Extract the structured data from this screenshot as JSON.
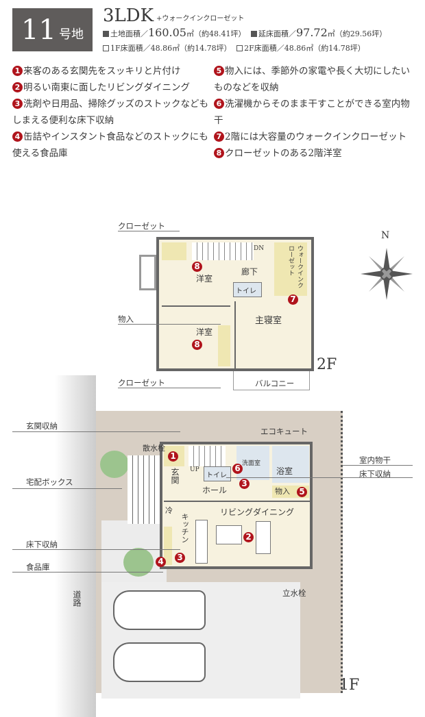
{
  "header": {
    "lot_number": "11",
    "lot_suffix": "号地",
    "plan_type": "3LDK",
    "plan_extra": "+ウォークインクローゼット",
    "land_area_label": "土地面積／",
    "land_area_value": "160.05",
    "land_area_unit": "㎡（約48.41坪）",
    "total_floor_label": "延床面積／",
    "total_floor_value": "97.72",
    "total_floor_unit": "㎡（約29.56坪）",
    "floor1": "1F床面積／48.86㎡（約14.78坪）",
    "floor2": "2F床面積／48.86㎡（約14.78坪）"
  },
  "features": [
    {
      "n": "1",
      "text": "来客のある玄関先をスッキリと片付け"
    },
    {
      "n": "2",
      "text": "明るい南東に面したリビングダイニング"
    },
    {
      "n": "3",
      "text": "洗剤や日用品、掃除グッズのストックなどもしまえる便利な床下収納"
    },
    {
      "n": "4",
      "text": "缶詰やインスタント食品などのストックにも使える食品庫"
    },
    {
      "n": "5",
      "text": "物入には、季節外の家電や長く大切にしたいものなどを収納"
    },
    {
      "n": "6",
      "text": "洗濯機からそのまま干すことができる室内物干"
    },
    {
      "n": "7",
      "text": "2階には大容量のウォークインクローゼット"
    },
    {
      "n": "8",
      "text": "クローゼットのある2階洋室"
    }
  ],
  "floor2": {
    "label": "2F",
    "closet_top": "クローゼット",
    "storage": "物入",
    "closet_bottom": "クローゼット",
    "balcony": "バルコニー",
    "western1": "洋室",
    "western2": "洋室",
    "hall": "廊下",
    "dn": "DN",
    "toilet": "トイレ",
    "master": "主寝室",
    "wic": "ウォークインクローゼット"
  },
  "compass": {
    "north": "N",
    "icon": "compass-rose-icon"
  },
  "floor1": {
    "label": "1F",
    "entrance_storage": "玄関収納",
    "delivery_box": "宅配ボックス",
    "underfloor_left": "床下収納",
    "pantry": "食品庫",
    "indoor_drying": "室内物干",
    "underfloor_right": "床下収納",
    "water_tap": "散水栓",
    "standing_tap": "立水栓",
    "ecocute": "エコキュート",
    "entrance": "玄関",
    "up": "UP",
    "hall": "ホール",
    "toilet": "トイレ",
    "washroom": "洗面室",
    "bath": "浴室",
    "storage": "物入",
    "fridge": "冷",
    "kitchen": "キッチン",
    "ldk": "リビングダイニング",
    "road": "道路"
  },
  "colors": {
    "accent_red": "#b0141c",
    "header_gray": "#5f5c5b",
    "site": "#d8cfc4",
    "room": "#f7f2df"
  }
}
